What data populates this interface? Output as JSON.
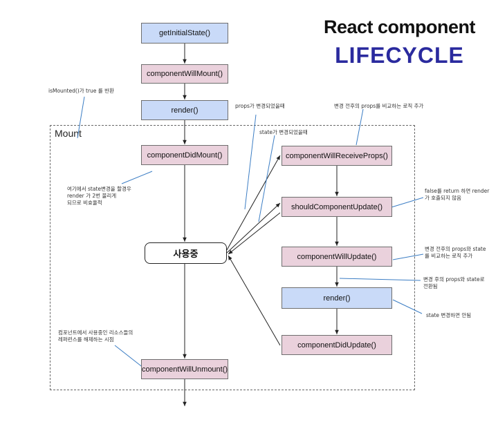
{
  "title": {
    "line1": "React component",
    "line2": "LIFECYCLE"
  },
  "mount_label": "Mount",
  "nodes": {
    "getInitialState": "getInitialState()",
    "componentWillMount": "componentWillMount()",
    "render_initial": "render()",
    "componentDidMount": "componentDidMount()",
    "in_use": "사용중",
    "componentWillUnmount": "componentWillUnmount()",
    "componentWillReceiveProps": "componentWillReceiveProps()",
    "shouldComponentUpdate": "shouldComponentUpdate()",
    "componentWillUpdate": "componentWillUpdate()",
    "render_update": "render()",
    "componentDidUpdate": "componentDidUpdate()"
  },
  "notes": {
    "is_mounted": "isMounted()가  true 를 반환",
    "props_changed": "props가 변경되었을때",
    "state_changed": "state가 변경되었을때",
    "compare_props": "변경 전후의 props를 비교하는 로직 추가",
    "did_mount_1": "여기에서 state변경을 할경우",
    "did_mount_2": "render 가 2번 불리게",
    "did_mount_3": "되므로 비효율적",
    "should_update_1": "false를 return 하면 render",
    "should_update_2": "가 호출되지 않음",
    "will_update_1": "변경 전후의 props와 state",
    "will_update_2": "를 비교하는 로직 추가",
    "after_update_1": "변경 후의 props와 state로",
    "after_update_2": "전환됨",
    "no_state_change": "state 변경하면 안됨",
    "unmount_1": "컴포넌트에서 사용중인 리소스들의",
    "unmount_2": "레퍼런스를 해제하는 시점"
  }
}
